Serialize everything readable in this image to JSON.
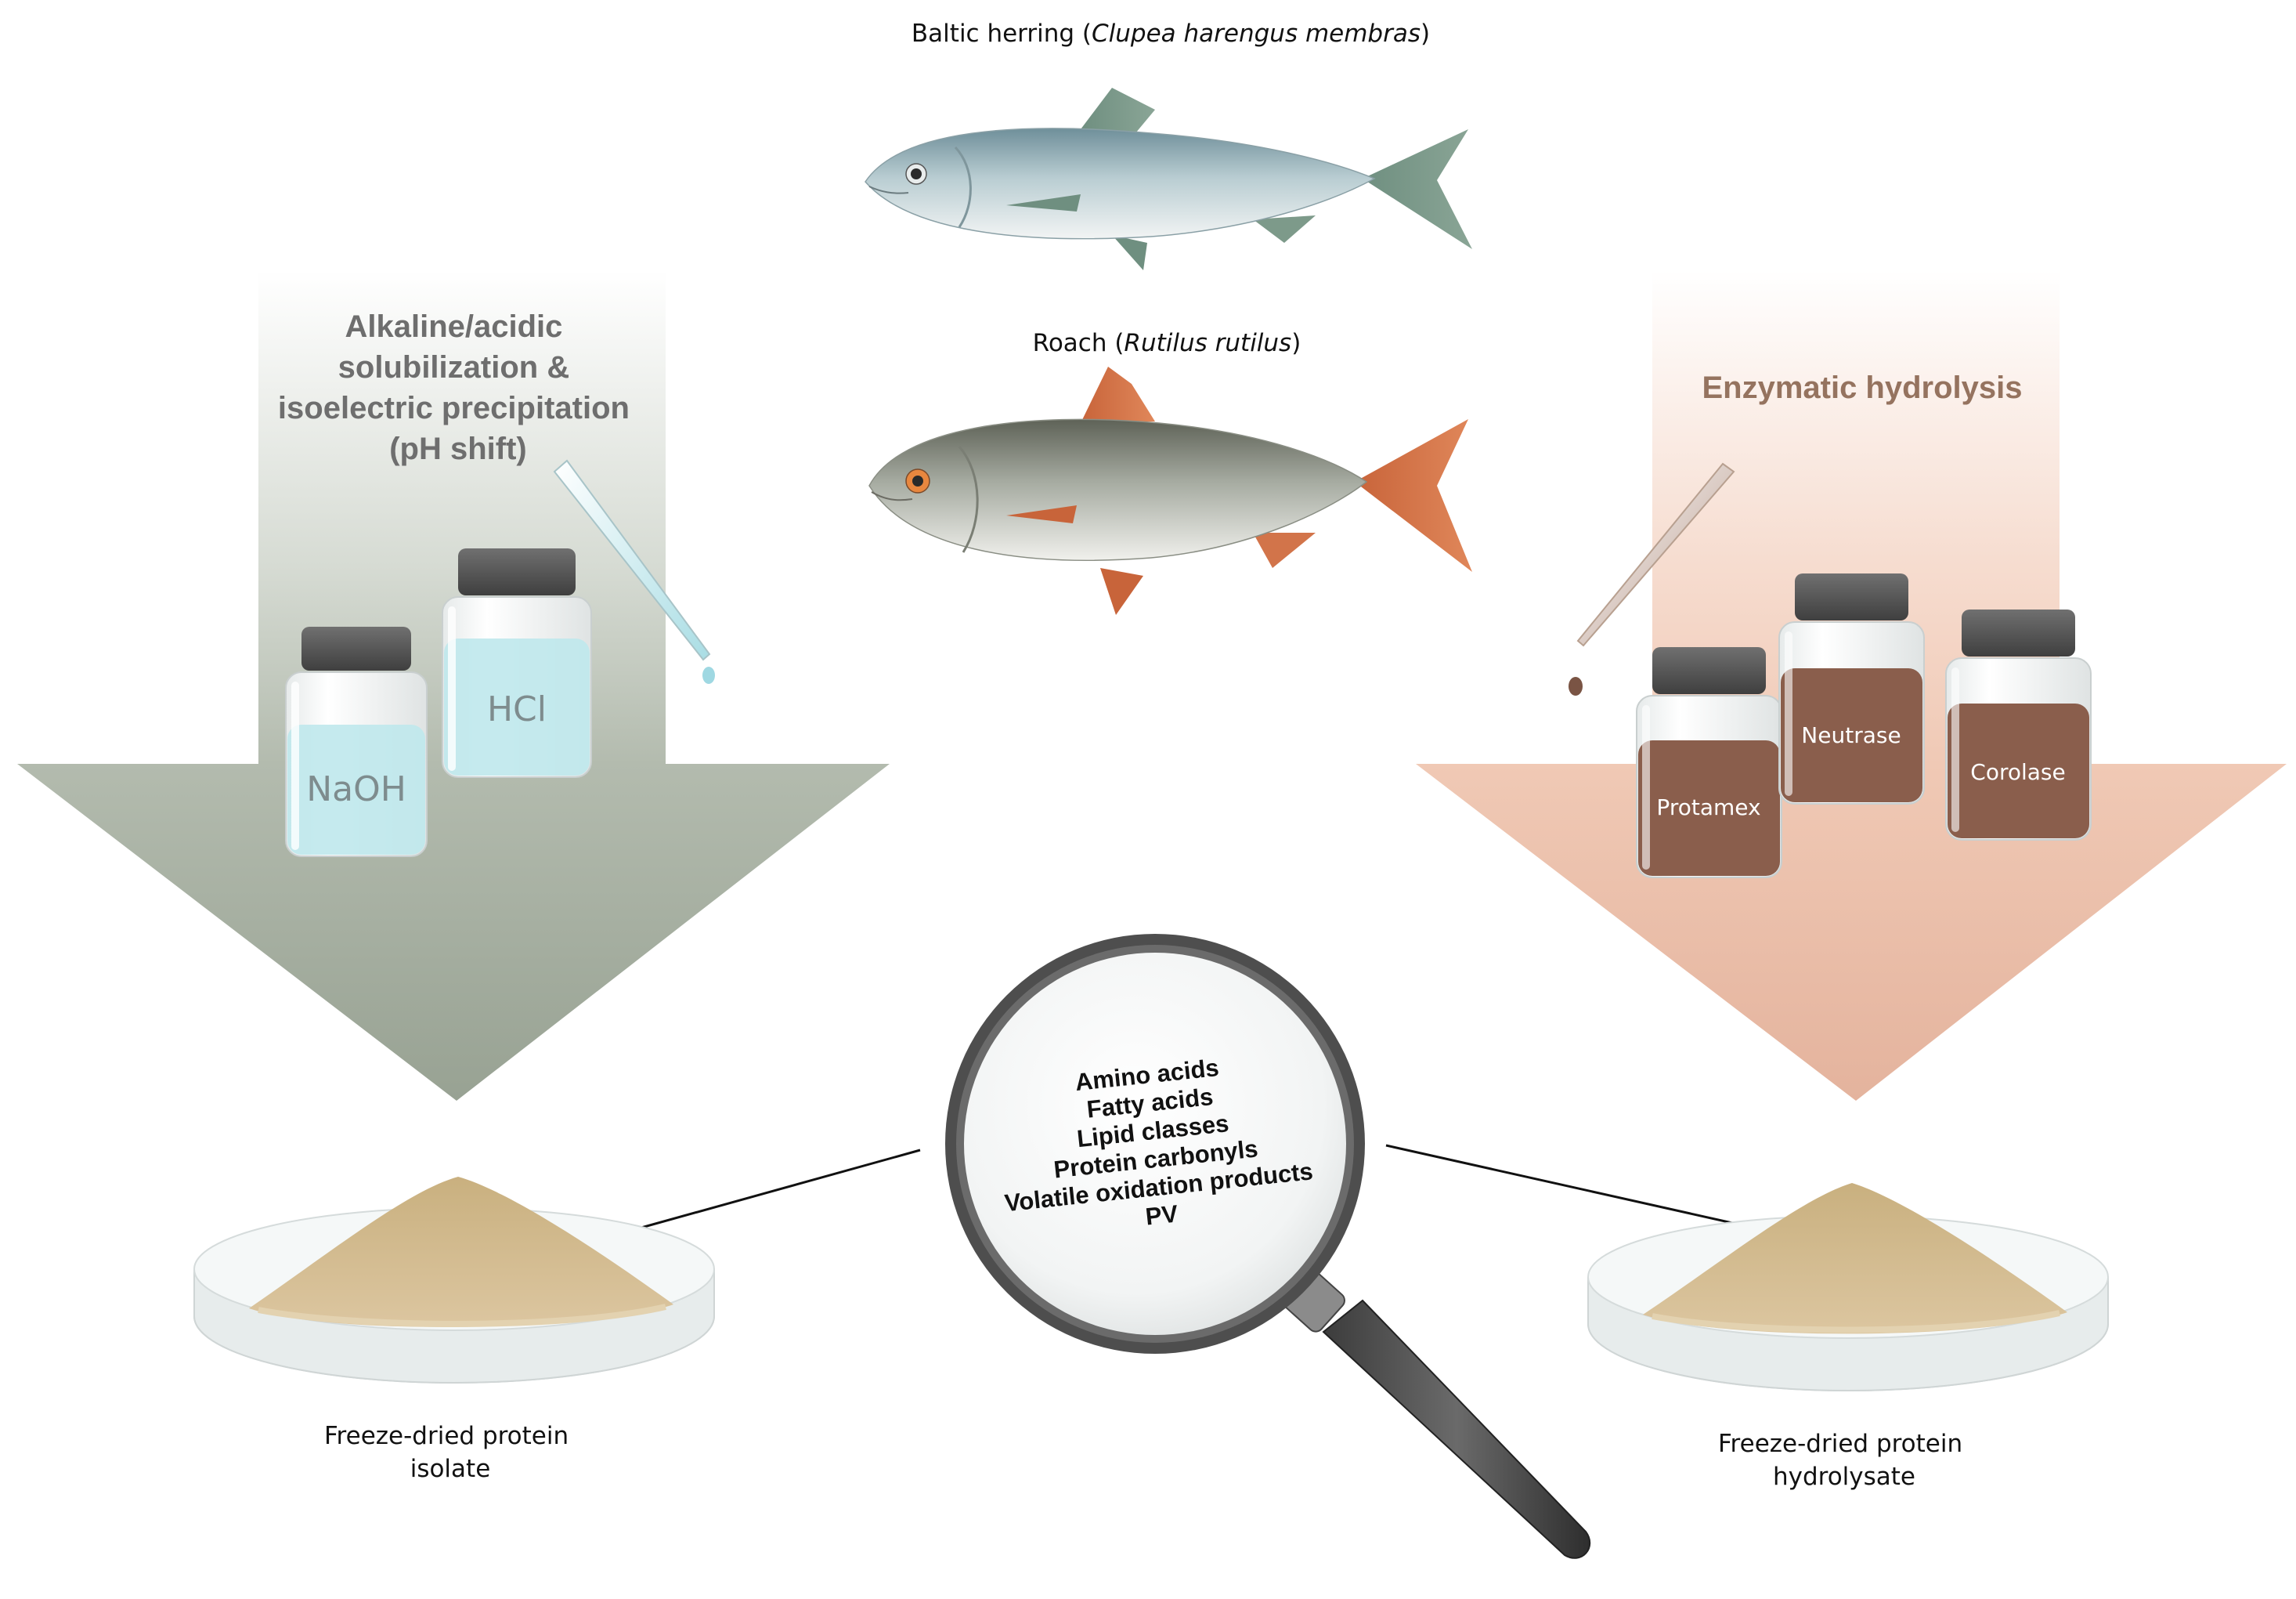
{
  "fish": {
    "herring": {
      "common_name": "Baltic herring (",
      "latin_name": "Clupea harengus membras",
      "close": ")"
    },
    "roach": {
      "common_name": "Roach (",
      "latin_name": "Rutilus rutilus",
      "close": ")"
    }
  },
  "left_process": {
    "title_lines": [
      "Alkaline/acidic",
      "solubilization &",
      "isoelectric precipitation",
      "(pH shift)"
    ],
    "jars": [
      "NaOH",
      "HCl"
    ],
    "product_lines": [
      "Freeze-dried protein",
      "isolate"
    ]
  },
  "right_process": {
    "title": "Enzymatic hydrolysis",
    "jars": [
      "Protamex",
      "Neutrase",
      "Corolase"
    ],
    "product_lines": [
      "Freeze-dried protein",
      "hydrolysate"
    ]
  },
  "analyses": [
    "Amino acids",
    "Fatty acids",
    "Lipid classes",
    "Protein carbonyls",
    "Volatile oxidation products",
    "PV"
  ],
  "colors": {
    "left_arrow": "#a9b2a4",
    "right_arrow": "#efc6b3",
    "left_title": "#6e6e6e",
    "right_title": "#95735f",
    "blue_liquid": "#bfe8ec",
    "brown_liquid": "#8a5e4c",
    "powder": "#d6bf94"
  }
}
